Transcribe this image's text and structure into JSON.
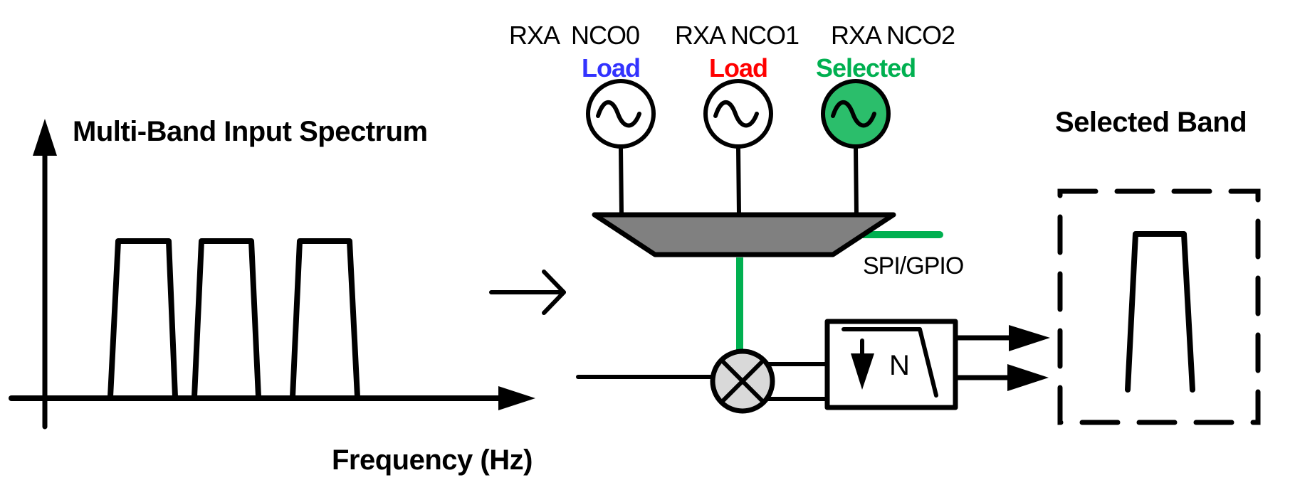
{
  "diagram": {
    "input_title": "Multi-Band Input Spectrum",
    "xaxis_label": "Frequency (Hz)",
    "output_title": "Selected Band",
    "control_label": "SPI/GPIO",
    "decimator_label": "N",
    "ncos": [
      {
        "name": "RXA  NCO0",
        "status": "Load",
        "color": "#3333FF",
        "active": false
      },
      {
        "name": "RXA NCO1",
        "status": "Load",
        "color": "#FF0000",
        "active": false
      },
      {
        "name": "RXA NCO2",
        "status": "Selected",
        "color": "#00B050",
        "active": true
      }
    ],
    "bands": [
      {
        "name": "band-blue",
        "color": "#3333FF"
      },
      {
        "name": "band-red",
        "color": "#FF0000"
      },
      {
        "name": "band-green",
        "color": "#00B050"
      }
    ],
    "selected_band_color": "#00B050",
    "active_fill": "#2BBE6B",
    "mux_fill": "#808080",
    "mixer_fill": "#D9D9D9"
  }
}
